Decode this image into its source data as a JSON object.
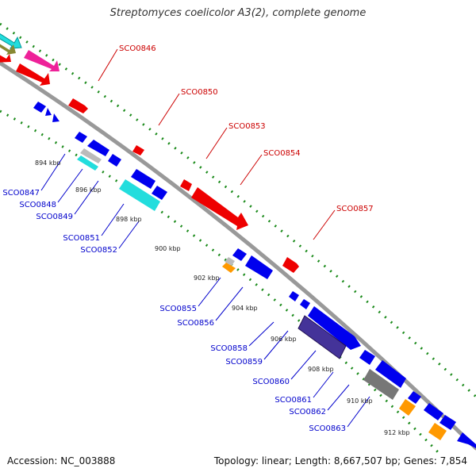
{
  "title": "Streptomyces coelicolor A3(2), complete genome",
  "footer": {
    "accession": "Accession: NC_003888",
    "topology": "Topology: linear; Length: 8,667,507 bp; Genes: 7,854"
  },
  "colors": {
    "backbone": "#999999",
    "tick": "#1a8a1a",
    "forward_label": "#cc0000",
    "reverse_label": "#0000cc",
    "red": "#ee0000",
    "blue": "#0000ee",
    "magenta": "#ee2299",
    "cyan": "#22dddd",
    "olive": "#888833",
    "gray": "#bbbbbb",
    "darkgray": "#777777",
    "orange": "#ff9900",
    "purple": "#443399"
  },
  "kbp_labels": [
    "894 kbp",
    "896 kbp",
    "898 kbp",
    "900 kbp",
    "902 kbp",
    "904 kbp",
    "906 kbp",
    "908 kbp",
    "910 kbp",
    "912 kbp"
  ],
  "forward_genes": [
    "SCO0846",
    "SCO0850",
    "SCO0853",
    "SCO0854",
    "SCO0857"
  ],
  "reverse_genes": [
    "SCO0847",
    "SCO0848",
    "SCO0849",
    "SCO0851",
    "SCO0852",
    "SCO0855",
    "SCO0856",
    "SCO0858",
    "SCO0859",
    "SCO0860",
    "SCO0861",
    "SCO0862",
    "SCO0863"
  ]
}
